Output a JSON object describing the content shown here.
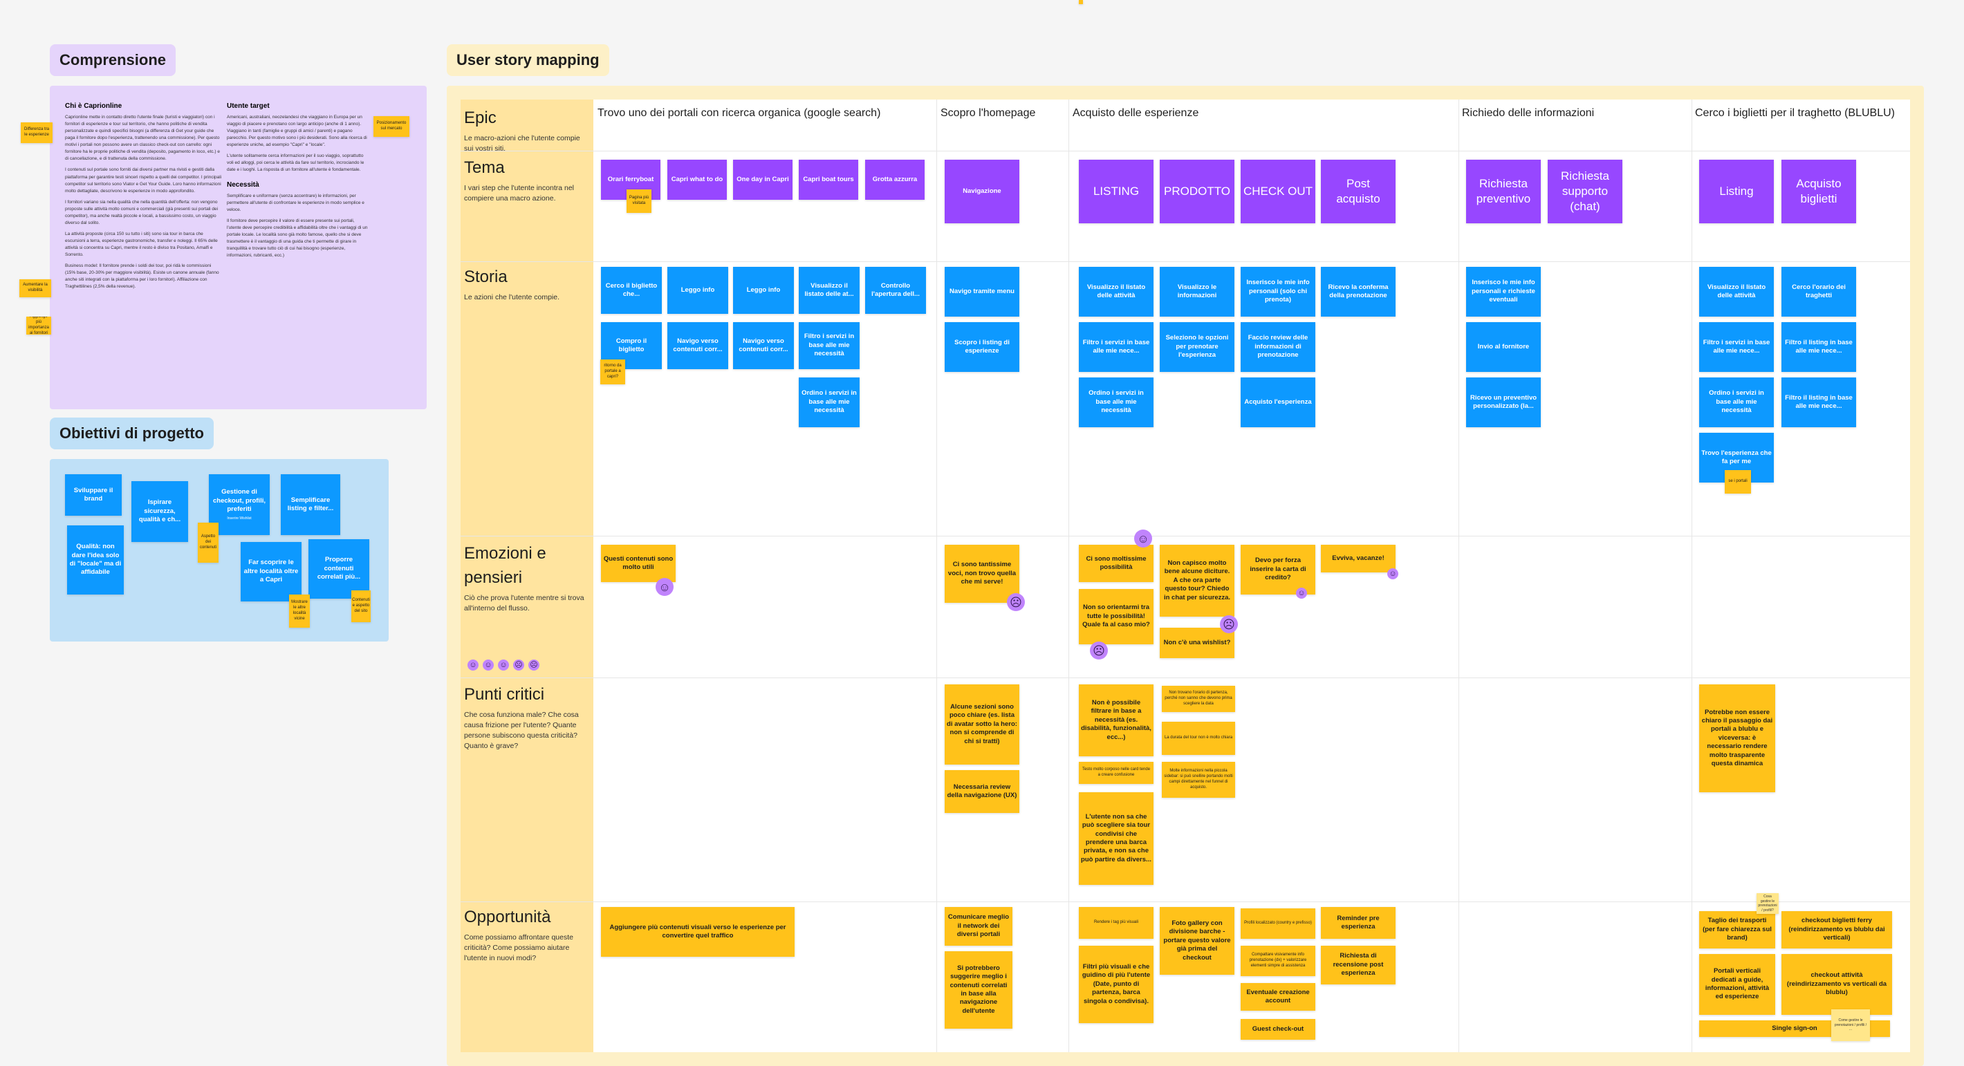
{
  "sections": {
    "comprensione": "Comprensione",
    "obiettivi": "Obiettivi di progetto",
    "mapping": "User story mapping"
  },
  "comprensione": {
    "chi_title": "Chi è Caprionline",
    "chi_p1": "Caprionline mette in contatto diretto l'utente finale (turisti e viaggiatori) con i fornitori di esperienze e tour sul territorio, che hanno politiche di vendita personalizzate e quindi specifici bisogni (a differenza di Get your guide che paga il fornitore dopo l'esperienza, trattenendo una commissione). Per questo motivi i portali non possono avere un classico check-out con carrello: ogni fornitore ha le proprie politiche di vendita (deposito, pagamento in loco, etc.) e di cancellazione, e di trattenuta della commissione.",
    "chi_p2": "I contenuti sul portale sono forniti dai diversi partner ma rivisti e gestiti dalla piattaforma per garantire testi sinceri rispetto a quelli dei competitor. I principali competitor sul territorio sono Viator e Get Your Guide. Loro hanno informazioni molto dettagliate, descrivono le esperienze in modo approfondito.",
    "chi_p3": "I fornitori variano sia nella qualità che nella quantità dell'offerta: non vengono proposte sulle attività molto comuni e commerciali (già presenti sui portali dei competitor), ma anche realtà piccole e locali, a bassissimo costo, un viaggio diverso dal solito.",
    "chi_p4": "La attività proposte (circa 150 su tutto i siti) sono sia tour in barca che escursioni a terra, esperienze gastronomiche, transfer e noleggi. Il 65% delle attività si concentra su Capri, mentre il resto è diviso tra Positano, Amalfi e Sorrento.",
    "chi_p5": "Business model: Il fornitore prende i soldi dei tour, poi ridà le commissioni (15% base, 20-30% per maggiore visibilità). Esiste un canone annuale (fanno anche siti integrati con la piattaforma per i loro fornitori). Affiliazione con Traghettilines (2,5% della revenue).",
    "target_title": "Utente target",
    "target_p1": "Americani, australiani, neozelandesi che viaggiano in Europa per un viaggio di piacere e prenotano con largo anticipo (anche di 1 anno). Viaggiano in tanti (famiglie e gruppi di amici / parenti) e pagano parecchio. Per questo motivo sono i più desiderati. Sono alla ricerca di esperienze uniche, ad esempio \"Capri\" e \"locale\".",
    "target_p2": "L'utente solitamente cerca informazioni per il suo viaggio, soprattutto voli ed alloggi, poi cerca le attività da fare sul territorio, incrociando le date e i luoghi. La risposta di un fornitore all'utente è fondamentale.",
    "necessita_title": "Necessità",
    "necessita_p1": "Semplificare e uniformare (senza accentrare) le informazioni, per permettere all'utente di confrontare le esperienze in modo semplice e veloce.",
    "necessita_p2": "Il fornitore deve percepire il valore di essere presente sui portali, l'utente deve percepire credibilità e affidabilità oltre che i vantaggi di un portale locale. Le località sono già molto famose, quello che si deve trasmettere è il vantaggio di una guida che ti permette di girare in tranquillità e trovare tutto ciò di cui hai bisogno (esperienze, informazioni, rubricanti, ecc.)",
    "side_notes": [
      "Differenza tra le esperienze",
      "Posizionamento sul mercato",
      "Aumentare la visibilità",
      "Aggiunge più importanza ai fornitori"
    ]
  },
  "obiettivi": {
    "cards": [
      "Sviluppare il brand",
      "Ispirare sicurezza, qualità e ch...",
      "Gestione di checkout, profili, preferiti",
      "Semplificare listing e filter...",
      "Qualità: non dare l'idea solo di \"locale\" ma di affidabile",
      "Far scoprire le altre località oltre a Capri",
      "Proporre contenuti correlati più..."
    ],
    "sub": "Inserire Wishlist",
    "notes": [
      "Aspetto dei contenuti",
      "Mostrare le altre località vicine",
      "Contenuti e aspetto del sito"
    ]
  },
  "rows": {
    "epic": {
      "title": "Epic",
      "desc": "Le macro-azioni che l'utente compie sui vostri siti."
    },
    "tema": {
      "title": "Tema",
      "desc": "I vari step che l'utente incontra nel compiere una macro azione."
    },
    "storia": {
      "title": "Storia",
      "desc": "Le azioni che l'utente compie."
    },
    "emozioni": {
      "title": "Emozioni e pensieri",
      "desc": "Ciò che prova l'utente mentre si trova all'interno del flusso."
    },
    "punti": {
      "title": "Punti critici",
      "desc": "Che cosa funziona male? Che cosa causa frizione per l'utente? Quante persone subiscono questa criticità? Quanto è grave?"
    },
    "opportunita": {
      "title": "Opportunità",
      "desc": "Come possiamo affrontare queste criticità? Come possiamo aiutare l'utente in nuovi modi?"
    }
  },
  "epics": [
    "Trovo uno dei portali con ricerca organica (google search)",
    "Scopro l'homepage",
    "Acquisto delle esperienze",
    "Richiedo delle informazioni",
    "Cerco i biglietti per il traghetto (BLUBLU)"
  ],
  "tema": {
    "c1": [
      "Orari ferryboat",
      "Capri what to do",
      "One day in Capri",
      "Capri boat tours",
      "Grotta azzurra"
    ],
    "c1_note": "Pagina più visitata",
    "c2": [
      "Navigazione"
    ],
    "c3": [
      "LISTING",
      "PRODOTTO",
      "CHECK OUT",
      "Post acquisto"
    ],
    "c4": [
      "Richiesta preventivo",
      "Richiesta supporto (chat)"
    ],
    "c5": [
      "Listing",
      "Acquisto biglietti"
    ]
  },
  "storia": {
    "c1": [
      "Cerco il biglietto che...",
      "Leggo info",
      "Leggo info",
      "Visualizzo il listato delle at...",
      "Controllo l'apertura dell...",
      "Compro il biglietto",
      "Navigo verso contenuti corr...",
      "Navigo verso contenuti corr...",
      "Filtro i servizi in base alle mie necessità",
      "Ordino i servizi in base alle mie necessità"
    ],
    "c1_note": "ritorno da portale a capri?",
    "c2": [
      "Navigo tramite menu",
      "Scopro i listing di esperienze"
    ],
    "c3": [
      "Visualizzo il listato delle attività",
      "Visualizzo le informazioni",
      "Inserisco le mie info personali (solo chi prenota)",
      "Ricevo la conferma della prenotazione",
      "Filtro i servizi in base alle mie nece...",
      "Seleziono le opzioni per prenotare l'esperienza",
      "Faccio review delle informazioni di prenotazione",
      "Ordino i servizi in base alle mie necessità",
      "Acquisto l'esperienza"
    ],
    "c4": [
      "Inserisco le mie info personali e richieste eventuali",
      "Invio al fornitore",
      "Ricevo un preventivo personalizzato (la..."
    ],
    "c5": [
      "Visualizzo il listato delle attività",
      "Cerco l'orario dei traghetti",
      "Filtro i servizi in base alle mie nece...",
      "Filtro il listing in base alle mie nece...",
      "Ordino i servizi in base alle mie necessità",
      "Filtro il listing in base alle mie nece...",
      "Trovo l'esperienza che fa per me"
    ],
    "c5_note": "se i portali"
  },
  "emozioni": {
    "c1": [
      "Questi contenuti sono molto utili"
    ],
    "c2": [
      "Ci sono tantissime voci, non trovo quella che mi serve!"
    ],
    "c3": [
      "Ci sono moltissime possibilità",
      "Non capisco molto bene alcune diciture. A che ora parte questo tour? Chiedo in chat per sicurezza.",
      "Devo per forza inserire la carta di credito?",
      "Evviva, vacanze!",
      "Non so orientarmi tra tutte le possibilità! Quale fa al caso mio?",
      "Non c'è una wishlist?"
    ]
  },
  "punti": {
    "c2": [
      "Alcune sezioni sono poco chiare (es. lista di avatar sotto la hero: non si comprende di chi si tratti)",
      "Necessaria review della navigazione (UX)"
    ],
    "c3": [
      "Non è possibile filtrare in base a necessità (es. disabilità, funzionalità, ecc...)",
      "Non trovano l'orario di partenza, perché non sanno che devono prima scegliere la data",
      "La durata del tour non è molto chiara",
      "Testo molto corposo nelle card tende a creare confusione",
      "Molte informazioni nella piccola sidebar: si può snellire portando molti campi direttamente nel funnel di acquisto.",
      "L'utente non sa che può scegliere sia tour condivisi che prendere una barca privata, e non sa che può partire da divers..."
    ],
    "c5": [
      "Potrebbe non essere chiaro il passaggio dai portali a blublu e viceversa: è necessario rendere molto trasparente questa dinamica"
    ]
  },
  "opportunita": {
    "c1": [
      "Aggiungere più contenuti visuali verso le esperienze per convertire quel traffico"
    ],
    "c2": [
      "Comunicare meglio il network dei diversi portali",
      "Si potrebbero suggerire meglio i contenuti correlati in base alla navigazione dell'utente"
    ],
    "c3": [
      "Rendere i tag più visuali",
      "Foto gallery con divisione barche - portare questo valore già prima del checkout",
      "Profili localizzato (country e prefisso)",
      "Reminder pre esperienza",
      "Filtri più visuali e che guidino di più l'utente (Date, punto di partenza, barca singola o condivisa).",
      "Compattare visivamente info prenotazione (dx) + valorizzare elementi simpre di assistenza",
      "Richiesta di recensione post esperienza",
      "Eventuale creazione account",
      "Guest check-out"
    ],
    "c5": [
      "Taglio dei trasporti (per fare chiarezza sul brand)",
      "checkout biglietti ferry (reindirizzamento vs blublu dai verticali)",
      "Portali verticali dedicati a guide, informazioni, attività ed esperienze",
      "checkout attività (reindirizzamento vs verticali da blublu)",
      "Single sign-on"
    ],
    "c5_notes": [
      "Cosa gestire le prenotazioni / profili?",
      "Come gestire le prenotazioni / profili / ..."
    ]
  },
  "colors": {
    "purple": "#9747ff",
    "blue": "#0d99ff",
    "orange": "#ffc21a",
    "lavender": "#e5d4fb",
    "lightblue": "#bfe0f7",
    "cream": "#fdf0c7",
    "rowlabel": "#ffe49f"
  }
}
